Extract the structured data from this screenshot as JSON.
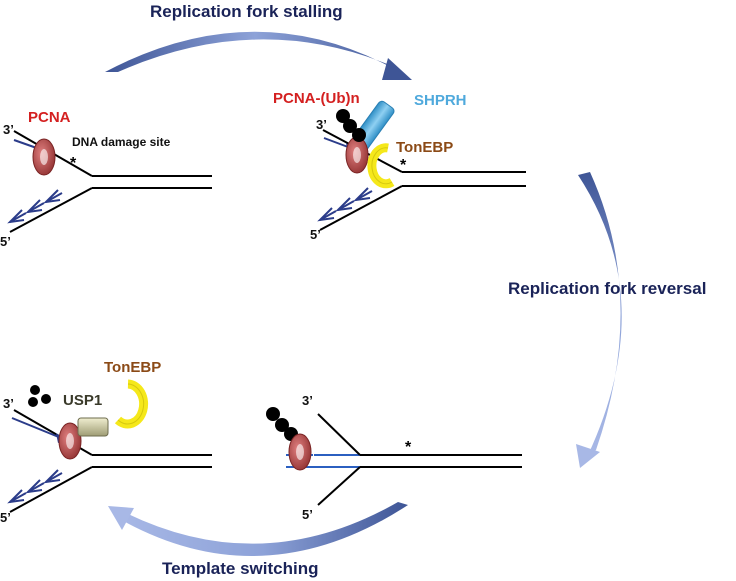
{
  "steps": {
    "stalling": "Replication fork stalling",
    "reversal": "Replication fork reversal",
    "switching": "Template switching"
  },
  "labels": {
    "pcna": "PCNA",
    "pcna_ub": "PCNA-(Ub)n",
    "shprh": "SHPRH",
    "tonebp": "TonEBP",
    "usp1": "USP1",
    "damage_site": "DNA damage site",
    "damage_mark": "*",
    "three_prime": "3’",
    "five_prime": "5’"
  },
  "colors": {
    "step_text": "#1a2358",
    "pcna_text": "#d42020",
    "shprh_text": "#4fa9dc",
    "tonebp_text": "#8b4a16",
    "usp1_text": "#3a3a2a",
    "dna": "#000000",
    "arrow_strand": "#2b3c8a",
    "pcna_ring": "#b84a4a",
    "tonebp_ring": "#f5e81a",
    "shprh_box": "#59b3e3",
    "usp1_box": "#d6d4ae",
    "ubiquitin": "#000000",
    "cycle_arrow": "#7f96d4"
  }
}
